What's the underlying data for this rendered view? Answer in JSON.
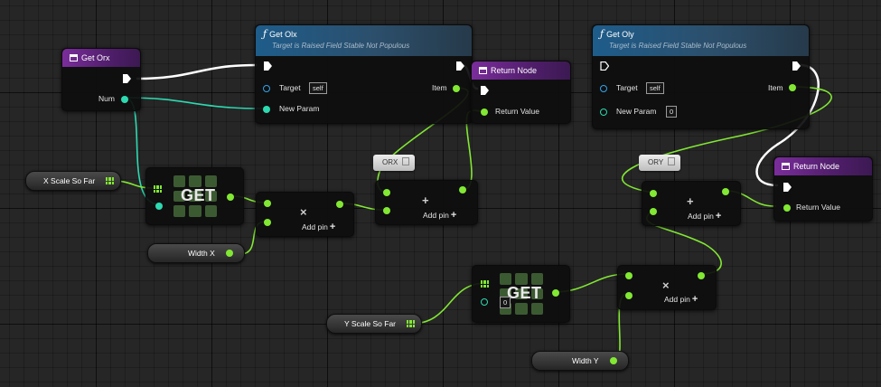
{
  "nodes": {
    "get_orx": {
      "title": "Get Orx",
      "num_label": "Num"
    },
    "get_olx": {
      "title": "Get Olx",
      "subtitle": "Target is Raised Field Stable Not Populous",
      "target_label": "Target",
      "target_value": "self",
      "new_param_label": "New Param",
      "item_label": "Item"
    },
    "return_node_1": {
      "title": "Return Node",
      "return_value_label": "Return Value"
    },
    "get_oly": {
      "title": "Get Oly",
      "subtitle": "Target is Raised Field Stable Not Populous",
      "target_label": "Target",
      "target_value": "self",
      "new_param_label": "New Param",
      "new_param_value": "0",
      "item_label": "Item"
    },
    "return_node_2": {
      "title": "Return Node",
      "return_value_label": "Return Value"
    },
    "get_1": {
      "label": "GET"
    },
    "get_2": {
      "label": "GET",
      "index_value": "0"
    },
    "multiply_1": {
      "symbol": "×",
      "add_pin": "Add pin"
    },
    "add_1": {
      "symbol": "+",
      "add_pin": "Add pin"
    },
    "add_2": {
      "symbol": "+",
      "add_pin": "Add pin"
    },
    "multiply_2": {
      "symbol": "×",
      "add_pin": "Add pin"
    }
  },
  "variables": {
    "x_scale_so_far": "X Scale So Far",
    "width_x": "Width X",
    "y_scale_so_far": "Y Scale So Far",
    "width_y": "Width Y"
  },
  "comments": {
    "orx": "ORX",
    "ory": "ORY"
  },
  "colors": {
    "float_pin": "#82e833",
    "int_pin": "#2dd9b0",
    "object_pin": "#34a2e8",
    "pure_header": "#7a2d9b",
    "function_header": "#1e5c8a"
  }
}
